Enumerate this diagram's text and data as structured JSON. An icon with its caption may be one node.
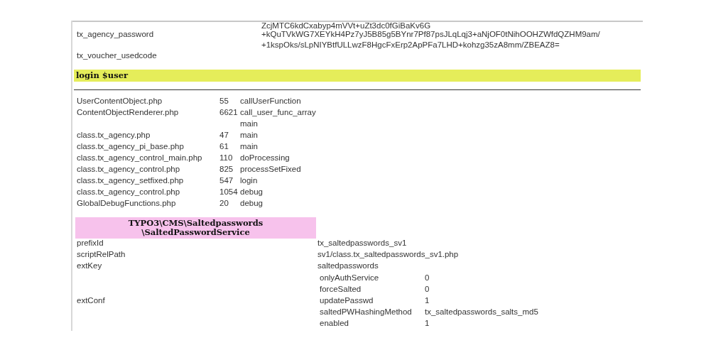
{
  "diagram": {
    "nodes": [
      {
        "text": [
          "login $user"
        ]
      },
      {
        "text": [
          "TYPO3\\CMS\\Saltedpasswords \\SaltedPasswordService"
        ]
      }
    ],
    "labels": [
      "ZcjMTC6kdCxabyp4mVVt+uZt3dc0fGiBaKv6G",
      "tx_agency_password",
      "+kQuTVkWG7XEYkH4Pz7yJ5B85g5BYnr7Pf87psJLqLqj3+aNjOF0tNihOOHZWfdQZHM9am/",
      "+1kspOks/sLpNIYBtfULLwzF8HgcFxErp2ApPFa7LHD+kohzg35zA8mm/ZBEAZ8=",
      "tx_voucher_usedcode",
      "UserContentObject.php",
      "55",
      "callUserFunction",
      "ContentObjectRenderer.php",
      "6621",
      "call_user_func_array",
      "main",
      "class.tx_agency.php",
      "47",
      "main",
      "class.tx_agency_pi_base.php",
      "61",
      "main",
      "class.tx_agency_control_main.php",
      "110",
      "doProcessing",
      "class.tx_agency_control.php",
      "825",
      "processSetFixed",
      "class.tx_agency_setfixed.php",
      "547",
      "login",
      "class.tx_agency_control.php",
      "1054",
      "debug",
      "GlobalDebugFunctions.php",
      "20",
      "debug",
      "prefixId",
      "tx_saltedpasswords_sv1",
      "scriptRelPath",
      "sv1/class.tx_saltedpasswords_sv1.php",
      "extKey",
      "saltedpasswords",
      "onlyAuthService",
      "0",
      "forceSalted",
      "0",
      "extConf",
      "updatePasswd",
      "1",
      "saltedPWHashingMethod",
      "tx_saltedpasswords_salts_md5",
      "enabled",
      "1"
    ]
  }
}
